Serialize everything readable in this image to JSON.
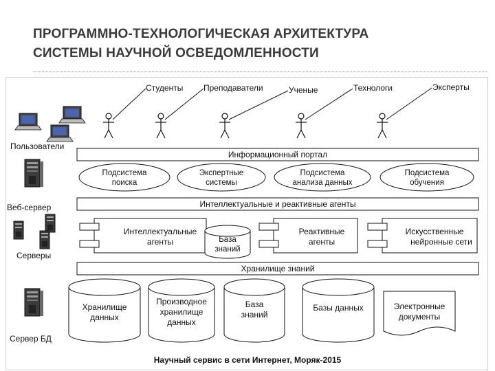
{
  "title": {
    "line1": "ПРОГРАММНО-ТЕХНОЛОГИЧЕСКАЯ АРХИТЕКТУРА",
    "line2": "СИСТЕМЫ НАУЧНОЙ ОСВЕДОМЛЕННОСТИ"
  },
  "actors": [
    "Студенты",
    "Преподаватели",
    "Ученые",
    "Технологи",
    "Эксперты"
  ],
  "left_labels": {
    "users": "Пользователи",
    "web_server": "Веб-сервер",
    "servers": "Серверы",
    "db_server": "Сервер БД"
  },
  "layers": {
    "portal": "Информационный портал",
    "agents_layer": "Интеллектуальные и реактивные агенты",
    "knowledge_store": "Хранилище знаний"
  },
  "subsystems": {
    "search": [
      "Подсистема",
      "поиска"
    ],
    "expert": [
      "Экспертные",
      "системы"
    ],
    "analysis": [
      "Подсистема",
      "анализа данных"
    ],
    "learning": [
      "Подсистема",
      "обучения"
    ]
  },
  "components": {
    "intel_agents": [
      "Интеллектуальные",
      "агенты"
    ],
    "knowledge_base": [
      "База",
      "знаний"
    ],
    "reactive_agents": [
      "Реактивные",
      "агенты"
    ],
    "neural_nets": [
      "Искусственные",
      "нейронные сети"
    ]
  },
  "storages": {
    "data_store": [
      "Хранилище",
      "данных"
    ],
    "derived_store": [
      "Производное",
      "хранилище",
      "данных"
    ],
    "kb2": [
      "База",
      "знаний"
    ],
    "databases": [
      "Базы данных"
    ],
    "edocs": [
      "Электронные",
      "документы"
    ]
  },
  "footer": "Научный сервис в сети Интернет, Моряк-2015"
}
